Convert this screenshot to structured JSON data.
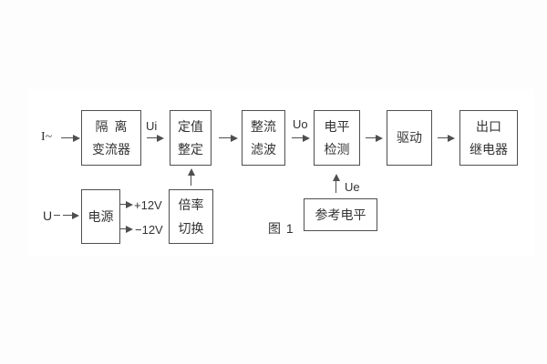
{
  "figure": {
    "caption": "图 1"
  },
  "blocks": {
    "isolation": {
      "line1": "隔 离",
      "line2": "变流器"
    },
    "setting": {
      "line1": "定值",
      "line2": "整定"
    },
    "rectifier": {
      "line1": "整流",
      "line2": "滤波"
    },
    "level": {
      "line1": "电平",
      "line2": "检测"
    },
    "drive": {
      "label": "驱动"
    },
    "relay": {
      "line1": "出口",
      "line2": "继电器"
    },
    "power": {
      "label": "电源"
    },
    "ratio": {
      "line1": "倍率",
      "line2": "切换"
    },
    "reference": {
      "label": "参考电平"
    }
  },
  "signals": {
    "input_current": "I~",
    "input_voltage": "U",
    "ui": "Ui",
    "uo": "Uo",
    "ue": "Ue",
    "plus_12v": "+12V",
    "minus_12v": "−12V"
  },
  "colors": {
    "line": "#4f4f4f",
    "text": "#333333",
    "page": "#fdfdfd",
    "panel": "#ffffff"
  }
}
